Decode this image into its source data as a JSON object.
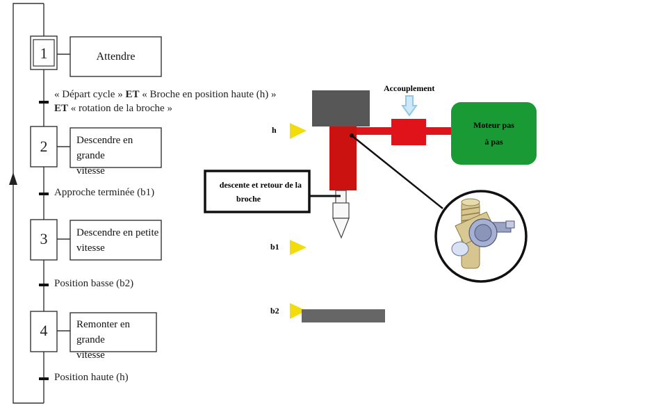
{
  "grafcet": {
    "steps": [
      {
        "num": "1",
        "action": "Attendre"
      },
      {
        "num": "2",
        "action_line1": "Descendre en grande",
        "action_line2": "vitesse"
      },
      {
        "num": "3",
        "action_line1": "Descendre en petite",
        "action_line2": "vitesse"
      },
      {
        "num": "4",
        "action_line1": "Remonter en grande",
        "action_line2": "vitesse"
      }
    ],
    "transitions": {
      "t1": {
        "part1": "« Départ cycle » ",
        "et1": "ET",
        "part2": " « Broche en position haute (h) »",
        "et2": "ET",
        "part3": " « rotation de la broche »"
      },
      "t2": "Approche terminée (b1)",
      "t3": "Position basse (b2)",
      "t4": "Position haute (h)"
    }
  },
  "machine": {
    "accouplement": "Accouplement",
    "motor_line1": "Moteur pas",
    "motor_line2": "à pas",
    "descente_line1": "descente et retour de la",
    "descente_line2": "broche",
    "sensor_h": "h",
    "sensor_b1": "b1",
    "sensor_b2": "b2",
    "colors": {
      "motor": "#1a9a35",
      "spindle": "#cc1111",
      "coupling": "#e0121a",
      "carriage": "#575757",
      "sensor": "#f2dc0a",
      "arrow": "#8fc8ea",
      "table": "#666666"
    }
  }
}
